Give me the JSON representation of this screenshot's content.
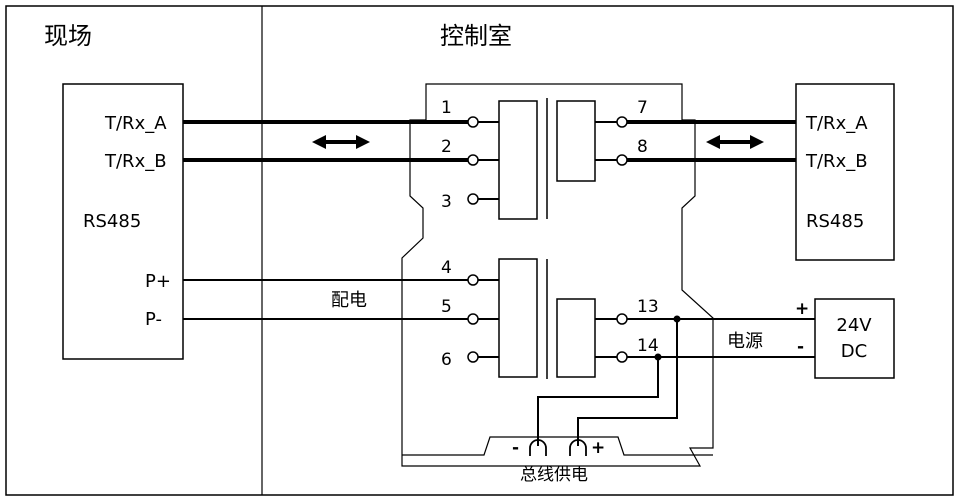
{
  "sections": {
    "field": "现场",
    "control_room": "控制室"
  },
  "left_device": {
    "pin_a": "T/Rx_A",
    "pin_b": "T/Rx_B",
    "name": "RS485",
    "p_plus": "P+",
    "p_minus": "P-"
  },
  "right_device": {
    "pin_a": "T/Rx_A",
    "pin_b": "T/Rx_B",
    "name": "RS485"
  },
  "terminals": {
    "t1": "1",
    "t2": "2",
    "t3": "3",
    "t4": "4",
    "t5": "5",
    "t6": "6",
    "t7": "7",
    "t8": "8",
    "t13": "13",
    "t14": "14"
  },
  "labels": {
    "power_distribution": "配电",
    "power_supply": "电源",
    "bus_power": "总线供电"
  },
  "power_source": {
    "line1": "24V",
    "line2": "DC",
    "plus": "+",
    "minus": "-"
  },
  "bus": {
    "minus": "-",
    "plus": "+"
  }
}
